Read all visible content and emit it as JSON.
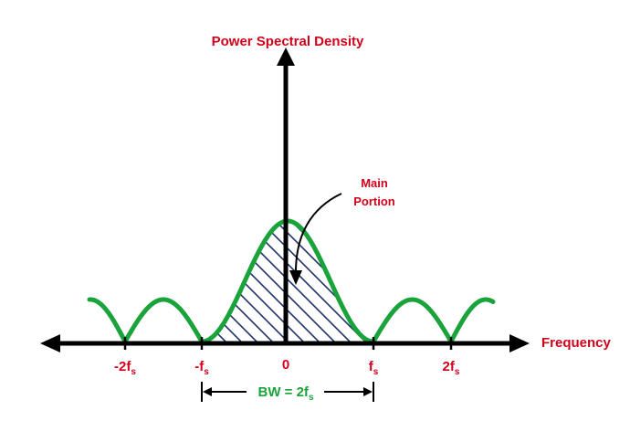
{
  "diagram": {
    "y_axis_label": "Power Spectral Density",
    "x_axis_label": "Frequency",
    "annotation": {
      "line1": "Main",
      "line2": "Portion"
    },
    "ticks": {
      "neg2": {
        "main": "-2f",
        "sub": "s"
      },
      "neg1": {
        "main": "-f",
        "sub": "s"
      },
      "zero": {
        "main": "0",
        "sub": ""
      },
      "pos1": {
        "main": "f",
        "sub": "s"
      },
      "pos2": {
        "main": "2f",
        "sub": "s"
      }
    },
    "bandwidth": {
      "main": "BW = 2f",
      "sub": "s"
    }
  },
  "colors": {
    "label_red": "#d0021b",
    "curve_green": "#1aa33a",
    "hatch_navy": "#1f2f6b",
    "axis_black": "#000000"
  }
}
